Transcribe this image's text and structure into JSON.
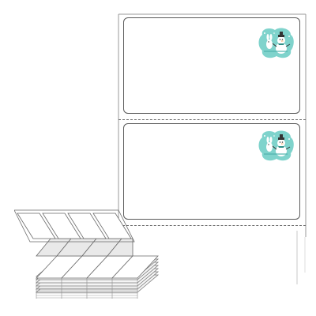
{
  "product": {
    "type": "fanfold-label-strip",
    "labels_visible": 2,
    "orientation": "landscape",
    "decoration_icon": "snowman-winter-motif-icon",
    "colors": {
      "outline": "#5a5a5a",
      "badge_teal": "#7fd3cc",
      "badge_teal_dark": "#4fb3ab",
      "stack_fill": "#f2f2f2",
      "stack_shadow": "#d9d9d9"
    }
  }
}
